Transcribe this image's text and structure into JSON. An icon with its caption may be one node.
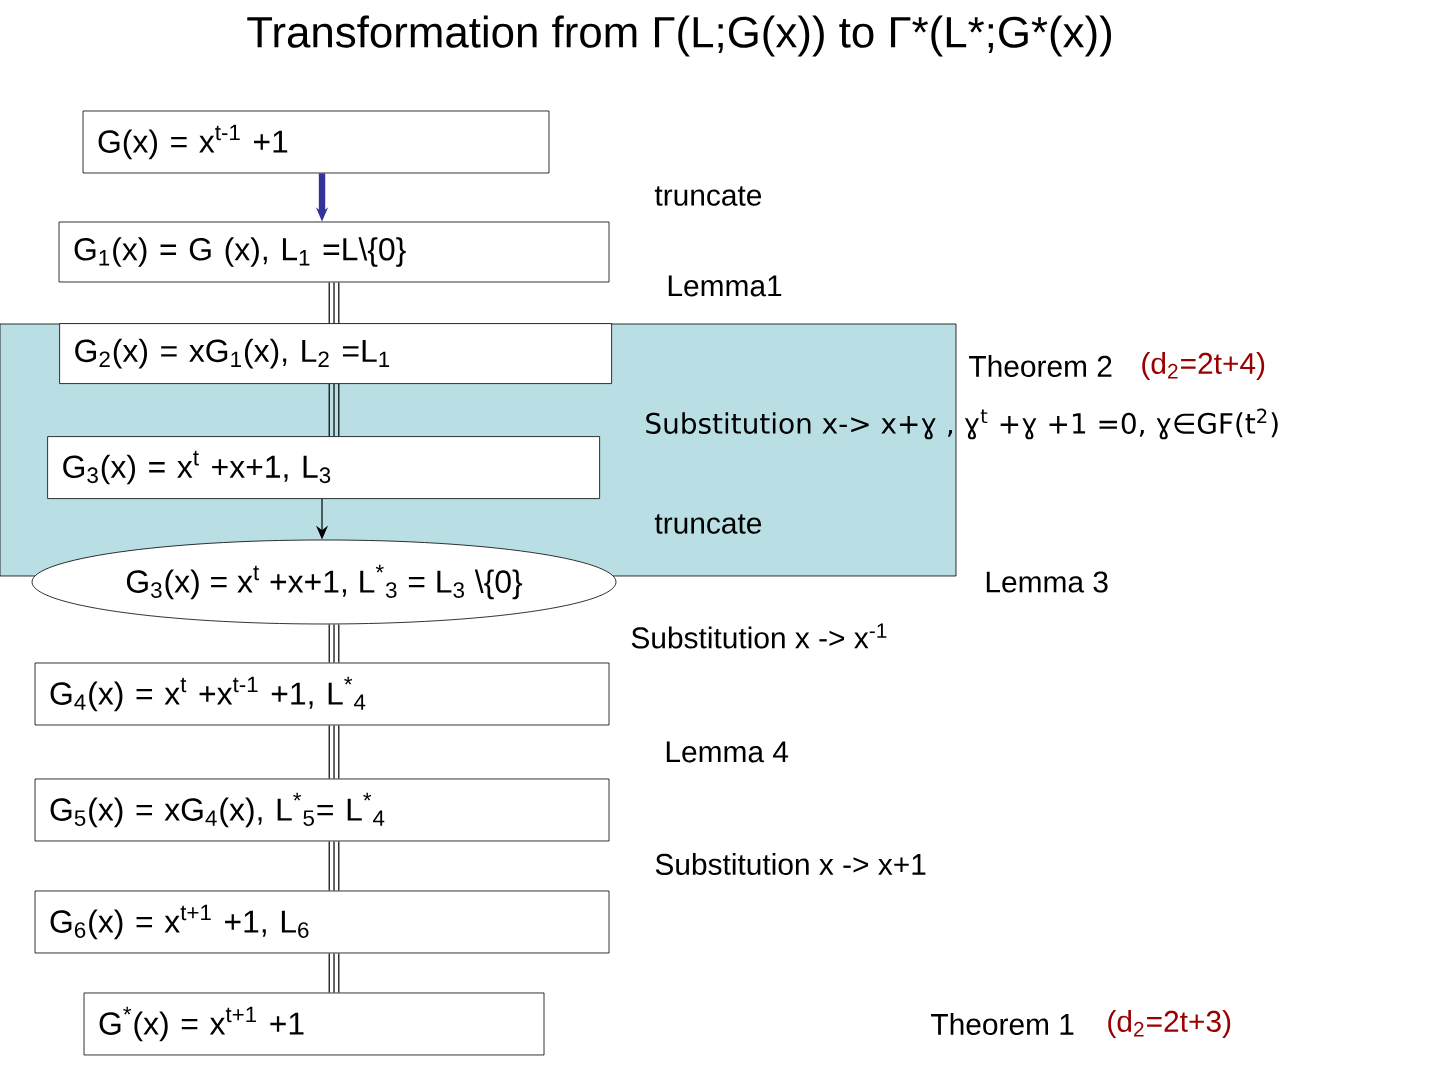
{
  "diagram": {
    "title": "Transformation from Γ(L;G(x)) to Γ*(L*;G*(x))",
    "nodes": [
      {
        "text": [
          "G(x) = x$^{t-1}$ +1"
        ]
      },
      {
        "text": [
          "G$_{1}$(x) = G (x), L$_{1}$ =L\\{0}"
        ]
      },
      {
        "text": [],
        "shape": "box"
      },
      {
        "text": [
          "G$_{2}$(x) = xG$_{1}$(x), L$_{2}$ =L$_{1}$"
        ],
        "in": 2
      },
      {
        "text": [
          "G$_{3}$(x) = x$^{t}$ +x+1, L$_{3}$"
        ],
        "in": 2
      },
      {
        "text": [
          "G$_{3}$(x) = x$^{t}$ +x+1, L$^{*}$$_{3}$ = L$_{3}$ \\{0}"
        ]
      },
      {
        "text": [
          "G$_{4}$(x) = x$^{t}$ +x$^{t-1}$ +1, L$^{*}$$_{4}$"
        ]
      },
      {
        "text": [
          "G$_{5}$(x) = xG$_{4}$(x), L$^{*}$$_{5}$= L$^{*}$$_{4}$"
        ]
      },
      {
        "text": [
          "G$_{6}$(x) = x$^{t+1}$ +1, L$_{6}$"
        ]
      },
      {
        "text": [
          "G$^{*}$(x) = x$^{t+1}$ +1"
        ]
      }
    ],
    "edges": [
      {
        "from": 0,
        "to": 1,
        "arrow": "to",
        "style": "thick",
        "color": "#333399"
      },
      {
        "from": 1,
        "to": 3,
        "arrow": "none"
      },
      {
        "from": 3,
        "to": 4,
        "arrow": "none"
      },
      {
        "from": 4,
        "to": 5,
        "arrow": "to"
      },
      {
        "from": 5,
        "to": 6,
        "arrow": "none"
      },
      {
        "from": 6,
        "to": 7,
        "arrow": "none"
      },
      {
        "from": 7,
        "to": 8,
        "arrow": "none"
      },
      {
        "from": 8,
        "to": 9,
        "arrow": "none"
      }
    ],
    "labels": [
      "truncate",
      "Lemma1",
      "Theorem 2",
      "(d$_{2}$=2t+4)",
      "Substitution x-> x+ɣ , ɣ$^{t}$ +ɣ +1 =0, ɣ∈GF(t$^{2}$)",
      "truncate",
      "Lemma 3",
      "Substitution x -> x$^{-1}$",
      "Lemma 4",
      "Substitution x -> x+1",
      "Theorem 1",
      "(d$_{2}$=2t+3)"
    ]
  }
}
